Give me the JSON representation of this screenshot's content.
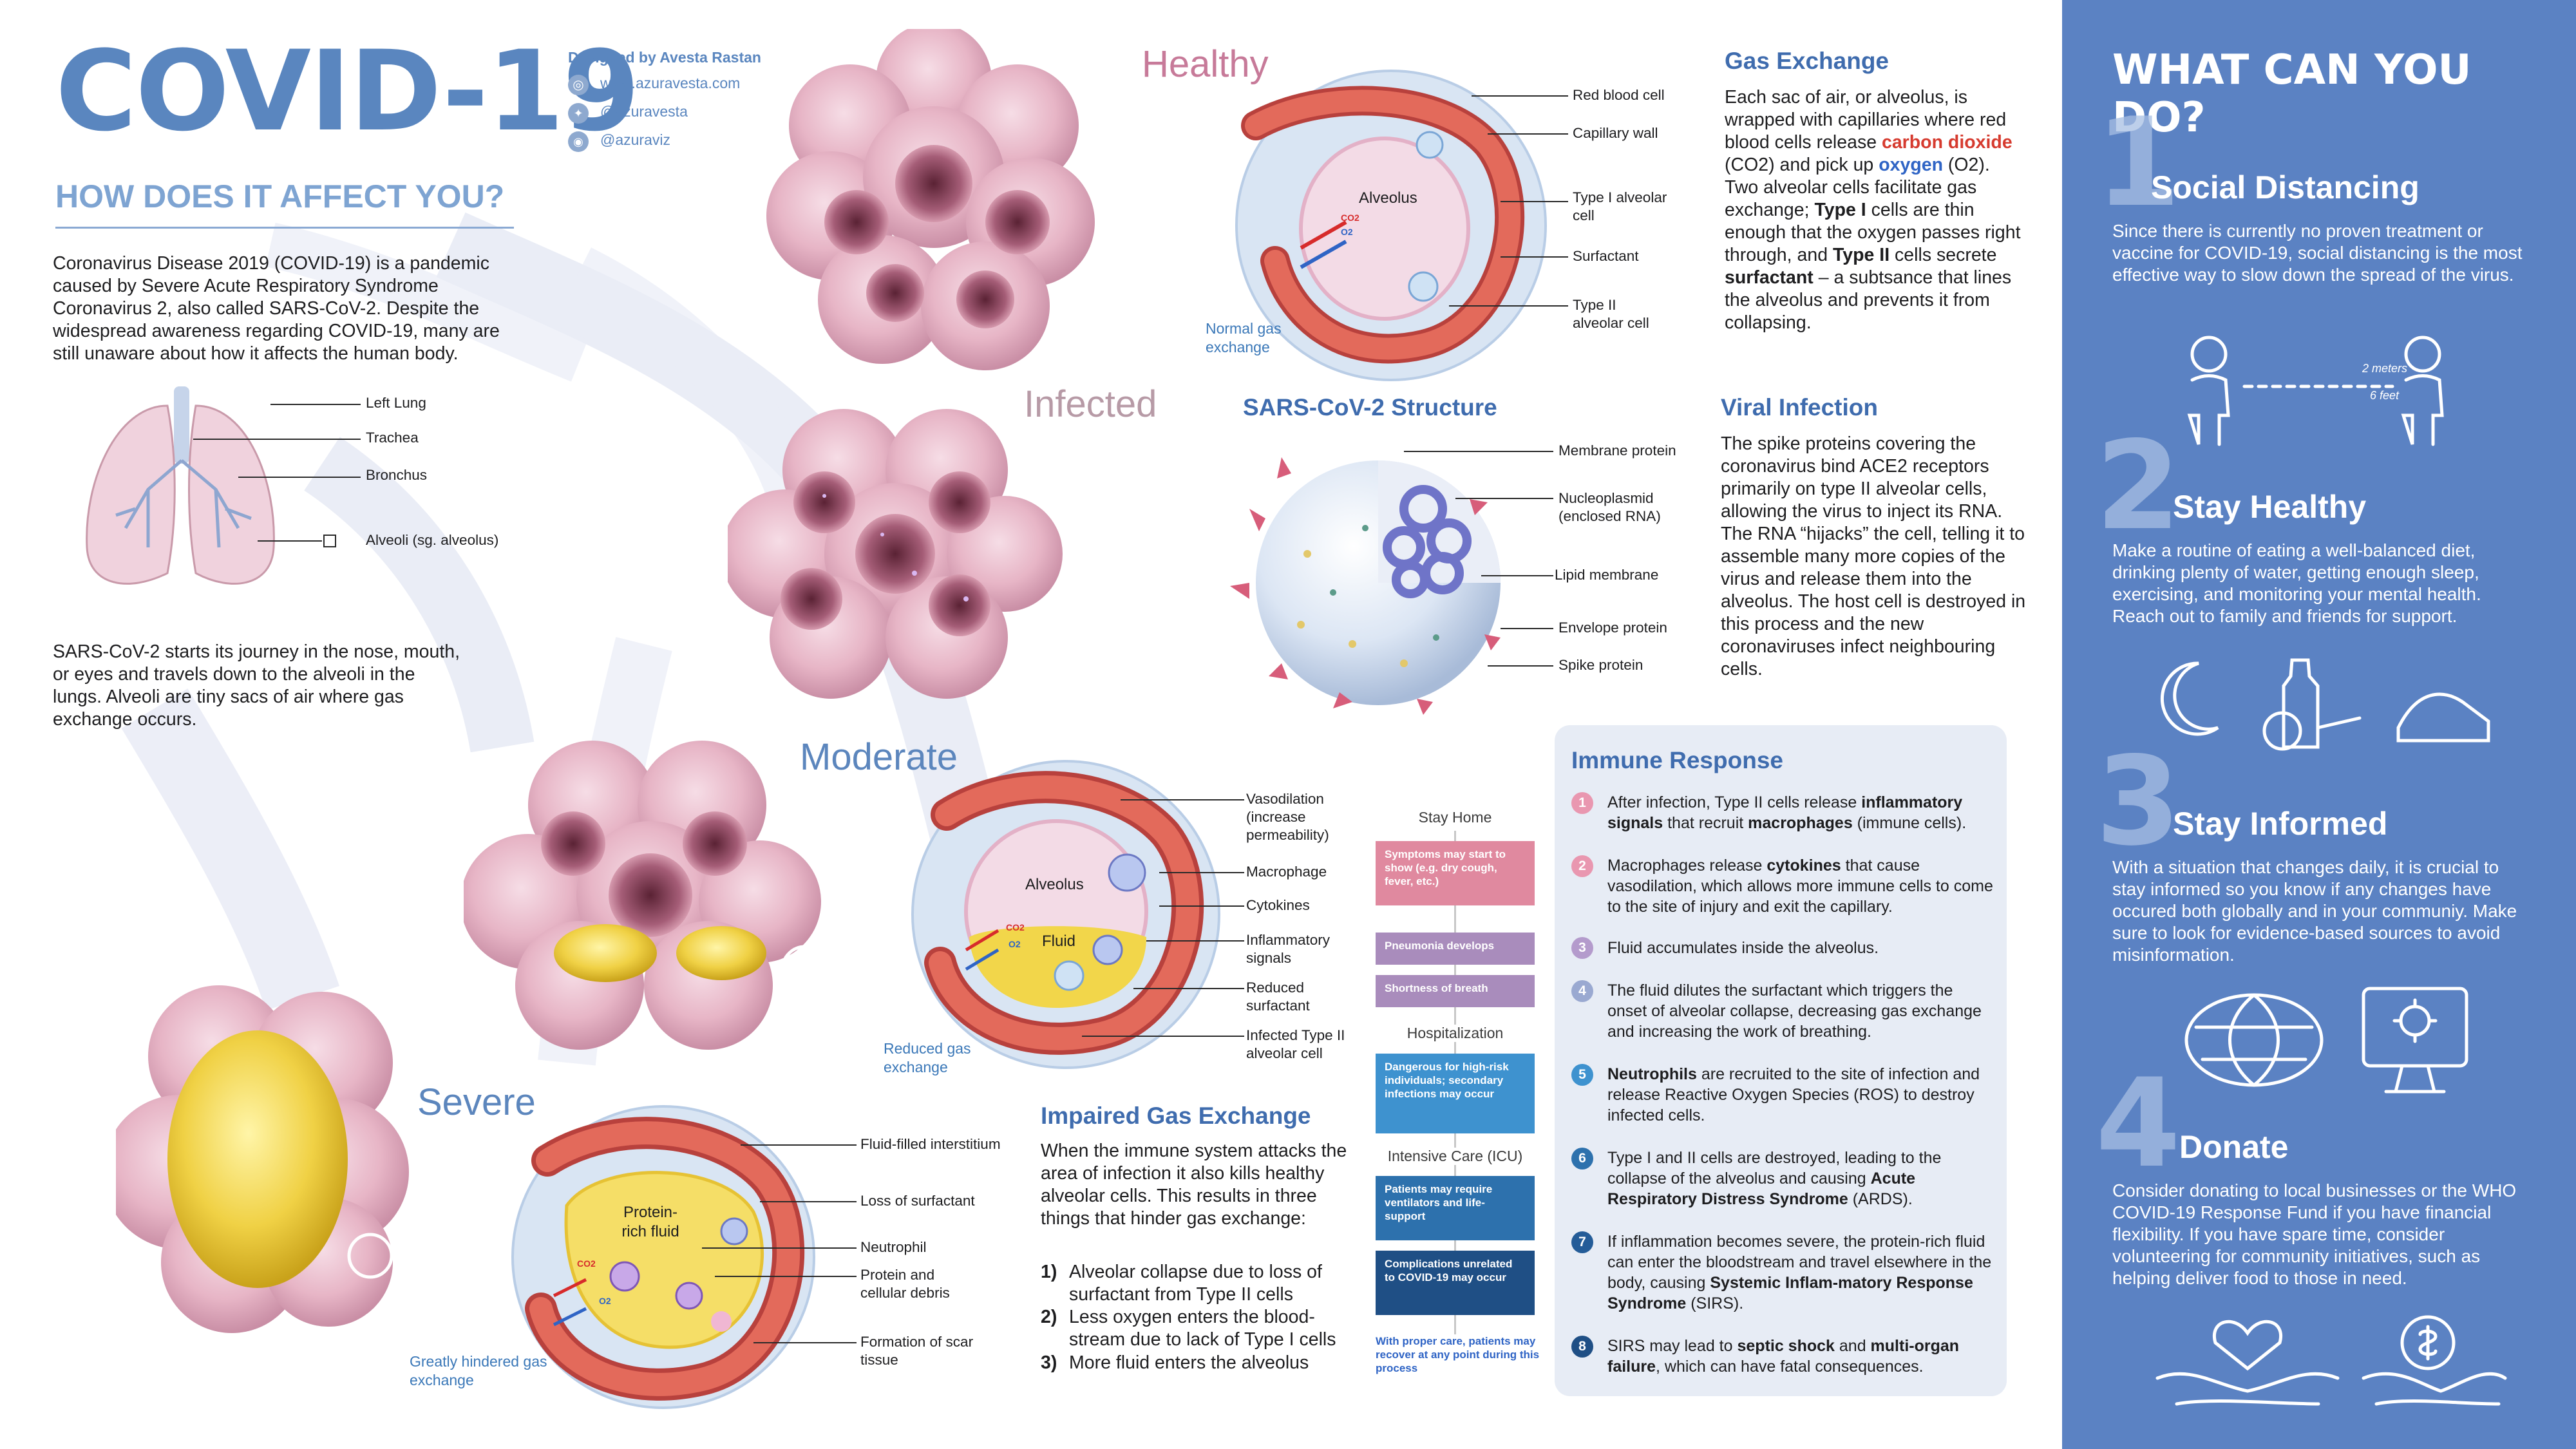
{
  "header": {
    "title": "COVID-19",
    "subtitle": "HOW DOES IT AFFECT YOU?",
    "credit": "Designed by Avesta Rastan",
    "website": "www.azuravesta.com",
    "twitter": "@azuravesta",
    "instagram": "@azuraviz"
  },
  "intro": "Coronavirus Disease 2019 (COVID-19) is a pandemic caused by Severe Acute Respiratory Syndrome Coronavirus 2, also called SARS-CoV-2. Despite the widespread awareness regarding COVID-19, many are still unaware about how it affects the human body.",
  "lungs": {
    "left_lung": "Left Lung",
    "trachea": "Trachea",
    "bronchus": "Bronchus",
    "alveoli": "Alveoli (sg. alveolus)"
  },
  "journey": "SARS-CoV-2 starts its journey in the nose, mouth, or eyes and travels down to the alveoli in the lungs. Alveoli are tiny sacs of air where gas exchange occurs.",
  "stages": {
    "healthy": "Healthy",
    "infected": "Infected",
    "moderate": "Moderate",
    "severe": "Severe"
  },
  "healthy_diagram": {
    "alveolus": "Alveolus",
    "co2": "CO2",
    "o2": "O2",
    "labels": [
      "Red blood cell",
      "Capillary wall",
      "Type I alveolar cell",
      "Surfactant",
      "Type II alveolar cell"
    ],
    "caption": "Normal gas exchange"
  },
  "gas_exchange": {
    "title": "Gas Exchange",
    "text_a": "Each sac of air, or alveolus, is wrapped with capillaries where red blood cells release ",
    "carbon": "carbon dioxide",
    "text_b": " (CO2) and pick up ",
    "oxygen": "oxygen",
    "text_c": " (O2). Two alveolar cells facilitate gas exchange; ",
    "type1": "Type I",
    "text_d": " cells are thin enough that the oxygen passes right through, and ",
    "type2": "Type II",
    "text_e": " cells secrete ",
    "surfactant": "surfactant",
    "text_f": " – a subtsance that lines the alveolus and prevents it from collapsing."
  },
  "structure": {
    "title": "SARS-CoV-2 Structure",
    "labels": [
      "Membrane protein",
      "Nucleoplasmid (enclosed RNA)",
      "Lipid membrane",
      "Envelope protein",
      "Spike protein"
    ]
  },
  "viral_infection": {
    "title": "Viral Infection",
    "text": "The spike proteins covering the coronavirus bind ACE2 receptors primarily on type II alveolar cells, allowing the virus to inject its RNA. The RNA “hijacks” the cell, telling it to assemble many more copies of the virus and release them into the alveolus. The host cell is destroyed in this process and the new coronaviruses infect neighbouring cells."
  },
  "moderate_diagram": {
    "alveolus": "Alveolus",
    "fluid": "Fluid",
    "co2": "CO2",
    "o2": "O2",
    "labels": [
      "Vasodilation (increase permeability)",
      "Macrophage",
      "Cytokines",
      "Inflammatory signals",
      "Reduced surfactant",
      "Infected Type II alveolar cell"
    ],
    "caption": "Reduced gas exchange"
  },
  "severe_diagram": {
    "fluid": "Protein-rich fluid",
    "co2": "CO2",
    "o2": "O2",
    "labels": [
      "Fluid-filled interstitium",
      "Loss of surfactant",
      "Neutrophil",
      "Protein and cellular debris",
      "Formation of scar tissue"
    ],
    "caption": "Greatly hindered gas exchange"
  },
  "impaired": {
    "title": "Impaired Gas Exchange",
    "text": "When the immune system attacks the area of infection it also kills healthy alveolar cells. This results in three things that hinder gas exchange:",
    "items": [
      {
        "n": "1)",
        "t": "Alveolar collapse due to loss of surfactant from Type II cells"
      },
      {
        "n": "2)",
        "t": "Less oxygen enters the blood-stream due to lack of Type I cells"
      },
      {
        "n": "3)",
        "t": "More fluid enters the alveolus"
      }
    ]
  },
  "flowchart": {
    "stay_home": "Stay Home",
    "symptoms": "Symptoms may start to show (e.g. dry cough, fever, etc.)",
    "pneumonia": "Pneumonia develops",
    "breath": "Shortness of breath",
    "hospitalization": "Hospitalization",
    "dangerous": "Dangerous for high-risk individuals; secondary infections may occur",
    "icu": "Intensive Care (ICU)",
    "ventilators": "Patients may require ventilators and life-support",
    "complications": "Complications unrelated to COVID-19 may occur",
    "recover": "With proper care, patients may recover at any point during this process",
    "colors": {
      "pink": "#e0899f",
      "purple": "#a98cbc",
      "blue": "#3e92cf",
      "navy": "#1f4f85"
    }
  },
  "immune": {
    "title": "Immune Response",
    "steps": [
      {
        "n": "1",
        "a": "After infection, Type II cells release ",
        "b": "inflammatory signals",
        "c": " that recruit ",
        "d": "macrophages",
        "e": " (immune cells)."
      },
      {
        "n": "2",
        "a": "Macrophages release ",
        "b": "cytokines",
        "c": " that cause vasodilation, which allows more immune cells to come to the site of injury and exit the capillary.",
        "d": "",
        "e": ""
      },
      {
        "n": "3",
        "a": "Fluid accumulates inside the alveolus.",
        "b": "",
        "c": "",
        "d": "",
        "e": ""
      },
      {
        "n": "4",
        "a": "The fluid dilutes the surfactant which triggers the onset of alveolar collapse, decreasing gas exchange and increasing the work of breathing.",
        "b": "",
        "c": "",
        "d": "",
        "e": ""
      },
      {
        "n": "5",
        "a": "",
        "b": "Neutrophils",
        "c": " are recruited to the site of infection and release Reactive Oxygen Species (ROS) to destroy infected cells.",
        "d": "",
        "e": ""
      },
      {
        "n": "6",
        "a": "Type I and II cells are destroyed, leading to the collapse of the alveolus and causing ",
        "b": "Acute Respiratory Distress Syndrome",
        "c": " (ARDS).",
        "d": "",
        "e": ""
      },
      {
        "n": "7",
        "a": "If inflammation becomes severe, the protein-rich fluid can enter the bloodstream and travel elsewhere in the body, causing ",
        "b": "Systemic Inflam-matory Response Syndrome",
        "c": " (SIRS).",
        "d": "",
        "e": ""
      },
      {
        "n": "8",
        "a": "SIRS may lead to ",
        "b": "septic shock",
        "c": " and ",
        "d": "multi-organ failure",
        "e": ", which can have fatal consequences."
      }
    ]
  },
  "sidebar": {
    "title": "WHAT CAN YOU DO?",
    "tips": [
      {
        "num": "1",
        "title": "Social Distancing",
        "text": "Since there is currently no proven treatment or vaccine for COVID-19, social distancing is the most effective way to slow down the spread of the virus."
      },
      {
        "num": "2",
        "title": "Stay Healthy",
        "text": "Make a routine of eating a well-balanced diet, drinking plenty of water, getting enough sleep, exercising, and monitoring your mental health. Reach out to family and friends for support."
      },
      {
        "num": "3",
        "title": "Stay Informed",
        "text": "With a situation that changes daily, it is crucial to stay informed so you know if any changes have occured both globally and in your communiy. Make sure to look for evidence-based sources to avoid misinformation."
      },
      {
        "num": "4",
        "title": "Donate",
        "text": "Consider donating to local businesses or the WHO COVID-19 Response Fund if you have financial flexibility. If you have spare time, consider volunteering for community initiatives, such as helping deliver food to those in need."
      }
    ],
    "distance_top": "2 meters",
    "distance_bottom": "6 feet"
  }
}
